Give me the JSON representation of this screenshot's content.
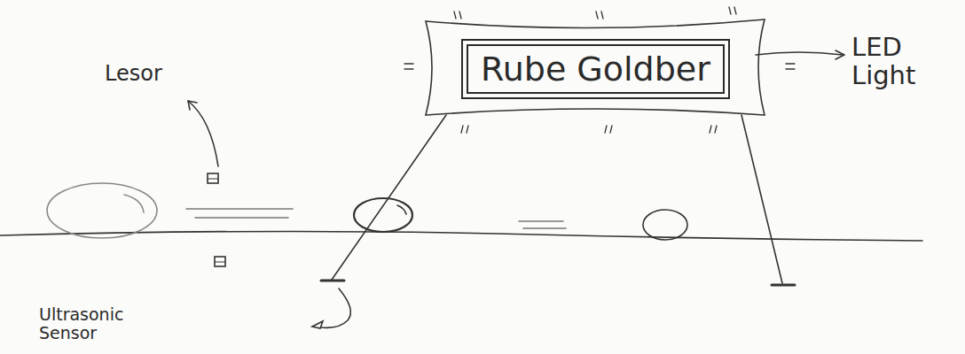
{
  "diagram": {
    "nodes": [
      {
        "text": [
          "Rube Goldber"
        ]
      }
    ],
    "labels": [
      "Lesor",
      "Ultrasonic Sensor",
      "LED Light"
    ]
  }
}
